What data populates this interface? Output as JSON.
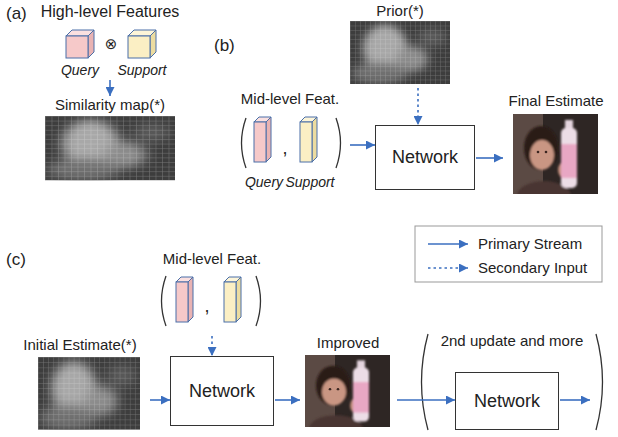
{
  "diagram": {
    "nodes": [
      {
        "text": [
          "High-level Features"
        ]
      },
      {
        "text": [
          "Similarity map(*)"
        ]
      },
      {
        "text": [
          "Prior(*)"
        ]
      },
      {
        "text": [
          "Mid-level Feat."
        ]
      },
      {
        "text": [
          "Network"
        ]
      },
      {
        "text": [
          "Final Estimate"
        ]
      },
      {
        "text": [
          "Mid-level Feat."
        ]
      },
      {
        "text": [
          "Initial Estimate(*)"
        ]
      },
      {
        "text": [
          "Network"
        ]
      },
      {
        "text": [
          "Improved"
        ]
      },
      {
        "text": [
          "2nd update and more"
        ]
      },
      {
        "text": [
          "Network"
        ],
        "in": 10
      }
    ],
    "edges": [
      {
        "from": 0,
        "to": 1,
        "arrow": "to"
      },
      {
        "from": 2,
        "to": 4,
        "arrow": "to"
      },
      {
        "from": 3,
        "to": 4,
        "arrow": "to"
      },
      {
        "from": 4,
        "to": 5,
        "arrow": "to"
      },
      {
        "from": 6,
        "to": 8,
        "arrow": "to"
      },
      {
        "from": 7,
        "to": 8,
        "arrow": "to"
      },
      {
        "from": 8,
        "to": 9,
        "arrow": "to"
      },
      {
        "from": 9,
        "to": 11,
        "arrow": "to"
      }
    ],
    "labels": [
      "(a)",
      "⊗",
      "Query",
      "Support",
      "(b)",
      "Query",
      "Support",
      ",",
      "(c)",
      ","
    ],
    "legend": [
      {
        "text": "Primary Stream"
      },
      {
        "text": "Secondary Input"
      }
    ]
  }
}
